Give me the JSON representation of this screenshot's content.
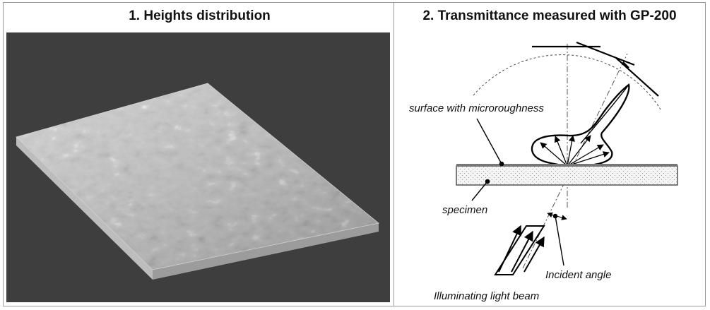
{
  "left_panel": {
    "title": "1. Heights distribution"
  },
  "right_panel": {
    "title": "2. Transmittance measured with GP-200",
    "labels": {
      "surface": "surface with microroughness",
      "specimen": "specimen",
      "incident_angle": "Incident angle",
      "light_beam": "Illuminating light beam"
    }
  }
}
